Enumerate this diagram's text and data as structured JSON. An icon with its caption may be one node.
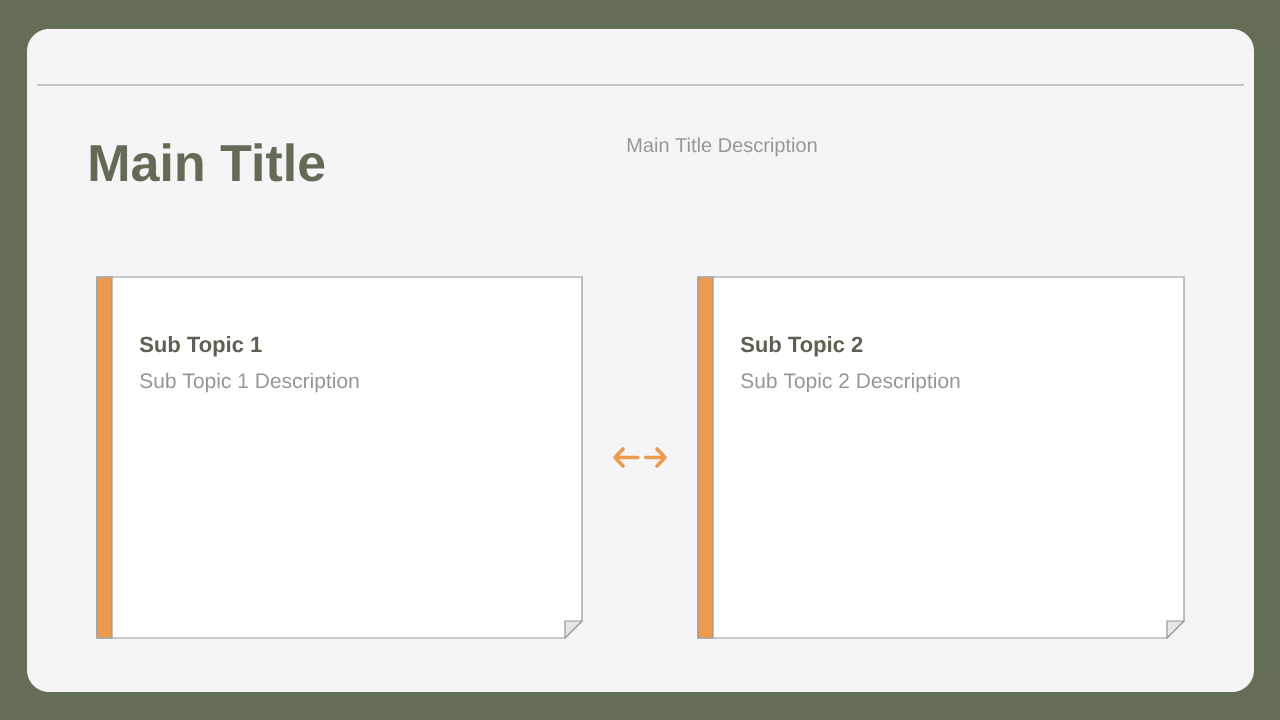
{
  "diagram": {
    "title": "Main Title",
    "nodes": [
      {
        "text": [
          "Sub Topic 1",
          "Sub Topic 1 Description"
        ]
      },
      {
        "text": [
          "Sub Topic 2",
          "Sub Topic 2 Description"
        ]
      }
    ],
    "edges": [
      {
        "from": 0,
        "to": 1,
        "arrow": "both"
      }
    ],
    "labels": [
      "Main Title Description"
    ]
  }
}
